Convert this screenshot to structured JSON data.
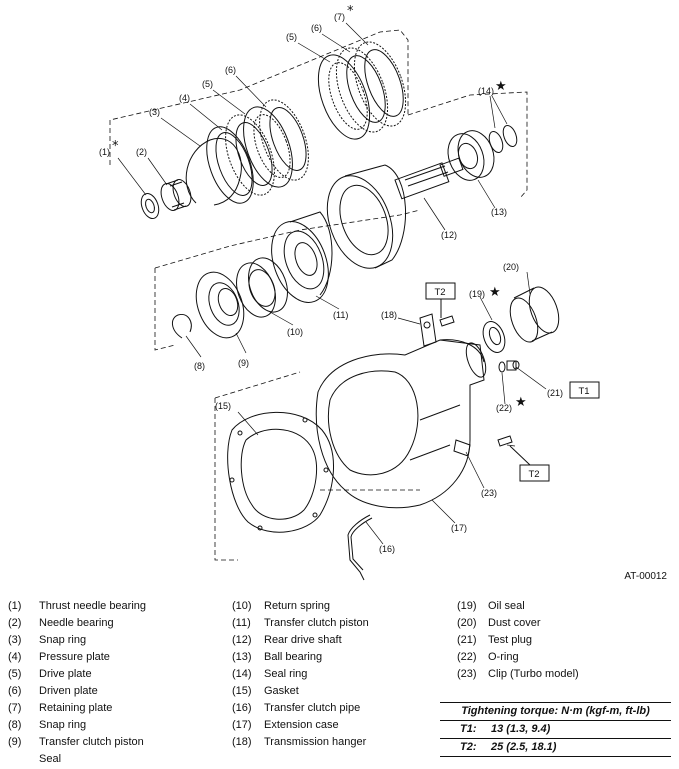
{
  "reference_code": "AT-00012",
  "torque_tags": {
    "t1": "T1",
    "t2": "T2"
  },
  "star_symbol": "★",
  "asterisk_symbol": "*",
  "callouts": {
    "c1": "(1)",
    "c2": "(2)",
    "c3": "(3)",
    "c4": "(4)",
    "c5a": "(5)",
    "c5b": "(5)",
    "c6a": "(6)",
    "c6b": "(6)",
    "c7": "(7)",
    "c8": "(8)",
    "c9": "(9)",
    "c10": "(10)",
    "c11": "(11)",
    "c12": "(12)",
    "c13": "(13)",
    "c14": "(14)",
    "c15": "(15)",
    "c16": "(16)",
    "c17": "(17)",
    "c18": "(18)",
    "c19": "(19)",
    "c20": "(20)",
    "c21": "(21)",
    "c22": "(22)",
    "c23": "(23)"
  },
  "legend": {
    "col1": [
      {
        "num": "(1)",
        "name": "Thrust needle bearing"
      },
      {
        "num": "(2)",
        "name": "Needle bearing"
      },
      {
        "num": "(3)",
        "name": "Snap ring"
      },
      {
        "num": "(4)",
        "name": "Pressure plate"
      },
      {
        "num": "(5)",
        "name": "Drive plate"
      },
      {
        "num": "(6)",
        "name": "Driven plate"
      },
      {
        "num": "(7)",
        "name": "Retaining plate"
      },
      {
        "num": "(8)",
        "name": "Snap ring"
      },
      {
        "num": "(9)",
        "name": "Transfer clutch piston"
      },
      {
        "num": "",
        "name": "Seal"
      }
    ],
    "col2": [
      {
        "num": "(10)",
        "name": "Return spring"
      },
      {
        "num": "(11)",
        "name": "Transfer clutch piston"
      },
      {
        "num": "(12)",
        "name": "Rear drive shaft"
      },
      {
        "num": "(13)",
        "name": "Ball bearing"
      },
      {
        "num": "(14)",
        "name": "Seal ring"
      },
      {
        "num": "(15)",
        "name": "Gasket"
      },
      {
        "num": "(16)",
        "name": "Transfer clutch pipe"
      },
      {
        "num": "(17)",
        "name": "Extension case"
      },
      {
        "num": "(18)",
        "name": "Transmission hanger"
      }
    ],
    "col3": [
      {
        "num": "(19)",
        "name": "Oil seal"
      },
      {
        "num": "(20)",
        "name": "Dust cover"
      },
      {
        "num": "(21)",
        "name": "Test plug"
      },
      {
        "num": "(22)",
        "name": "O-ring"
      },
      {
        "num": "(23)",
        "name": "Clip (Turbo model)"
      }
    ]
  },
  "torque_table": {
    "header": "Tightening torque: N·m (kgf-m, ft-lb)",
    "rows": [
      {
        "key": "T1:",
        "value": "13 (1.3, 9.4)"
      },
      {
        "key": "T2:",
        "value": "25 (2.5, 18.1)"
      }
    ]
  }
}
